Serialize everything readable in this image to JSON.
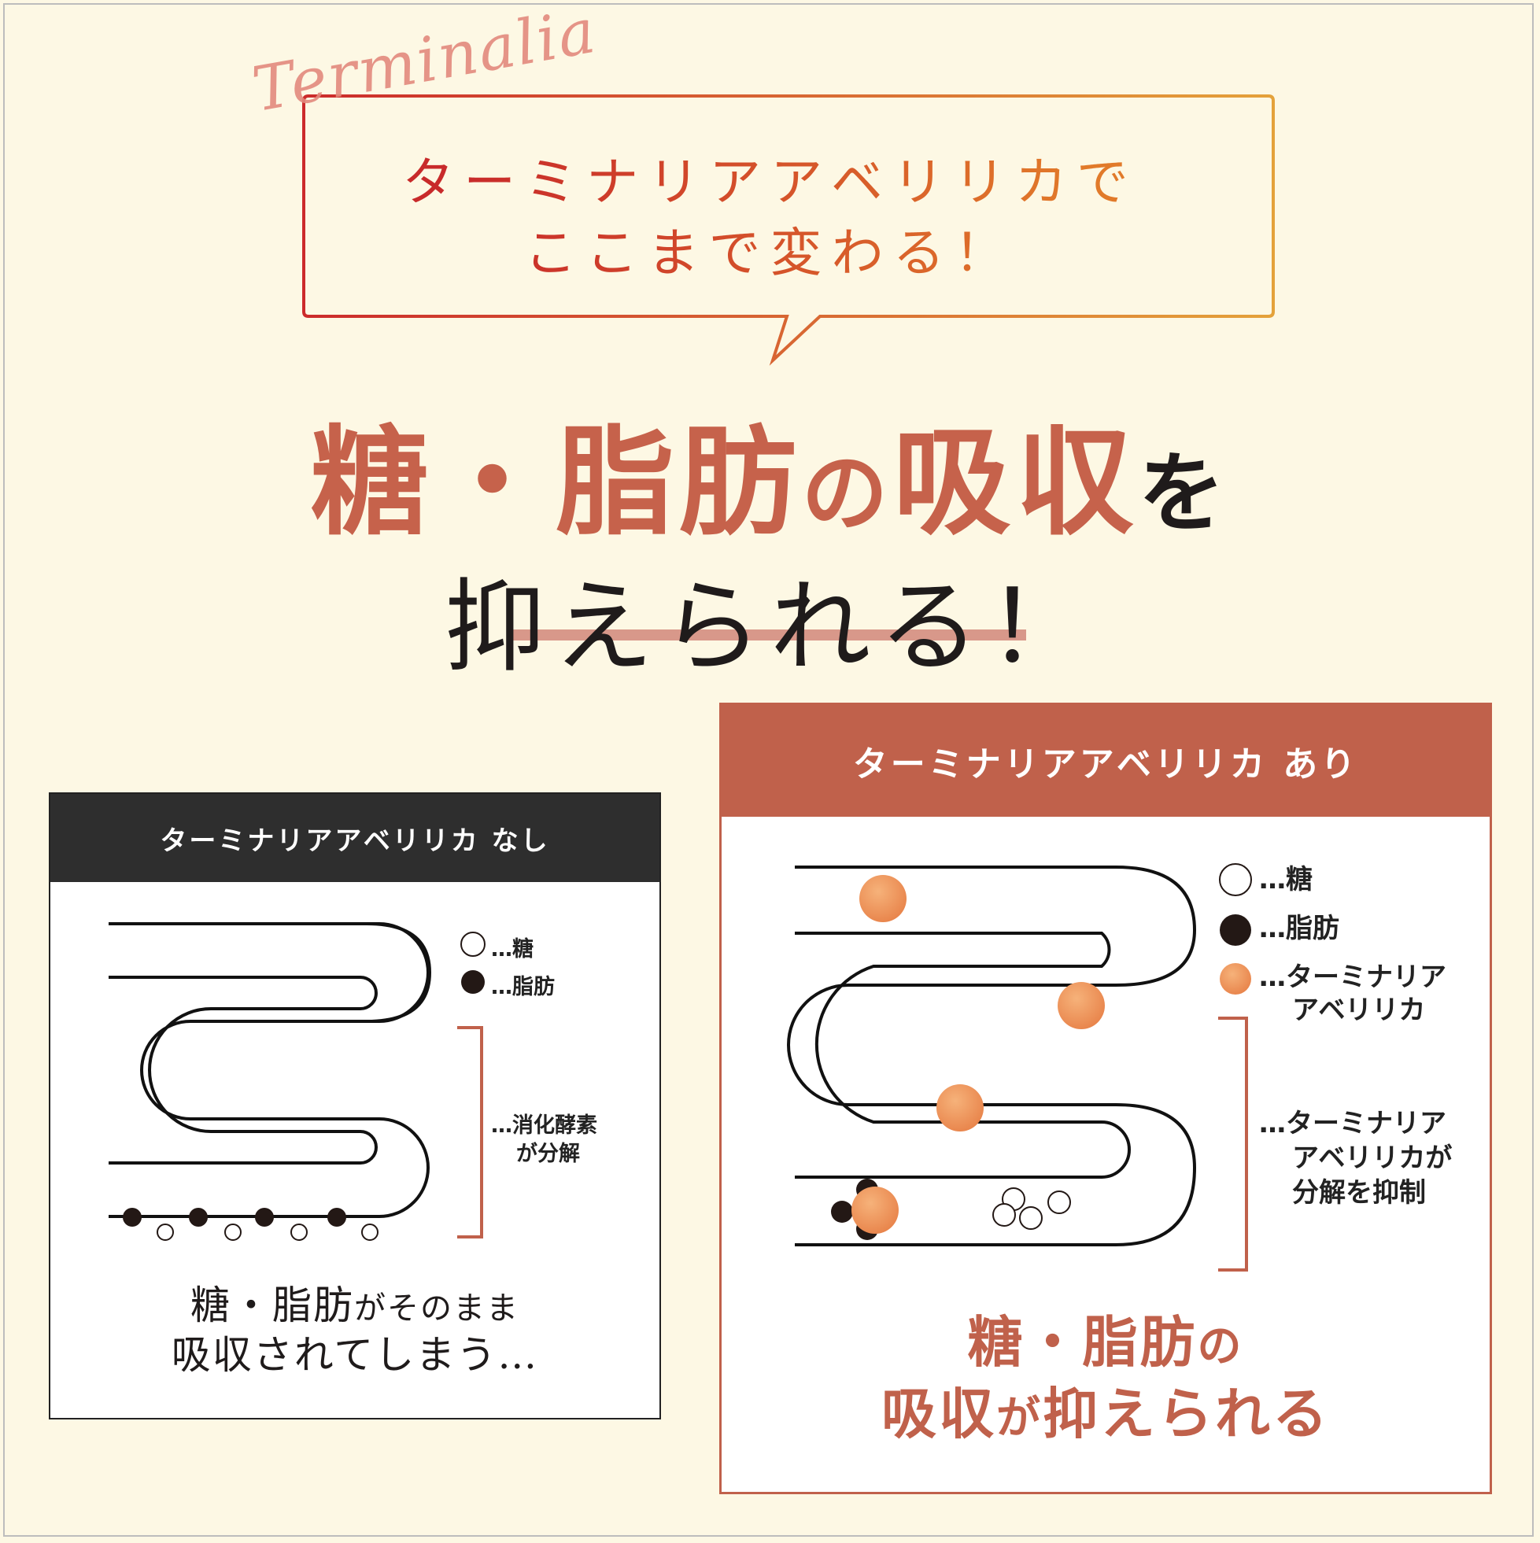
{
  "bubble": {
    "script_text": "Terminalia",
    "line1": "ターミナリアアベリリカで",
    "line2": "ここまで変わる！"
  },
  "headline": {
    "part1": "糖・脂肪",
    "part2": "の",
    "part3": "吸収",
    "part4": "を",
    "line2": "抑えられる！"
  },
  "panel_without": {
    "header": "ターミナリアアベリリカ なし",
    "legend_sugar": "…糖",
    "legend_fat": "…脂肪",
    "legend_enzyme_1": "…消化酵素",
    "legend_enzyme_2": "が分解",
    "caption_part1": "糖・脂肪",
    "caption_part2": "がそのまま",
    "caption_part3": "吸収されてしまう…"
  },
  "panel_with": {
    "header": "ターミナリアアベリリカ あり",
    "legend_sugar": "…糖",
    "legend_fat": "…脂肪",
    "legend_ta_1": "…ターミナリア",
    "legend_ta_2": "アベリリカ",
    "legend_inhibit_1": "…ターミナリア",
    "legend_inhibit_2": "アベリリカが",
    "legend_inhibit_3": "分解を抑制",
    "caption_part1": "糖・脂肪",
    "caption_part2": "の",
    "caption_part3": "吸収",
    "caption_part4": "が",
    "caption_part5": "抑えられる"
  },
  "colors": {
    "accent": "#c0614b",
    "dark_header": "#2e2e2e",
    "background": "#fdf8e4",
    "orange_ball": "#ee9a5c"
  }
}
